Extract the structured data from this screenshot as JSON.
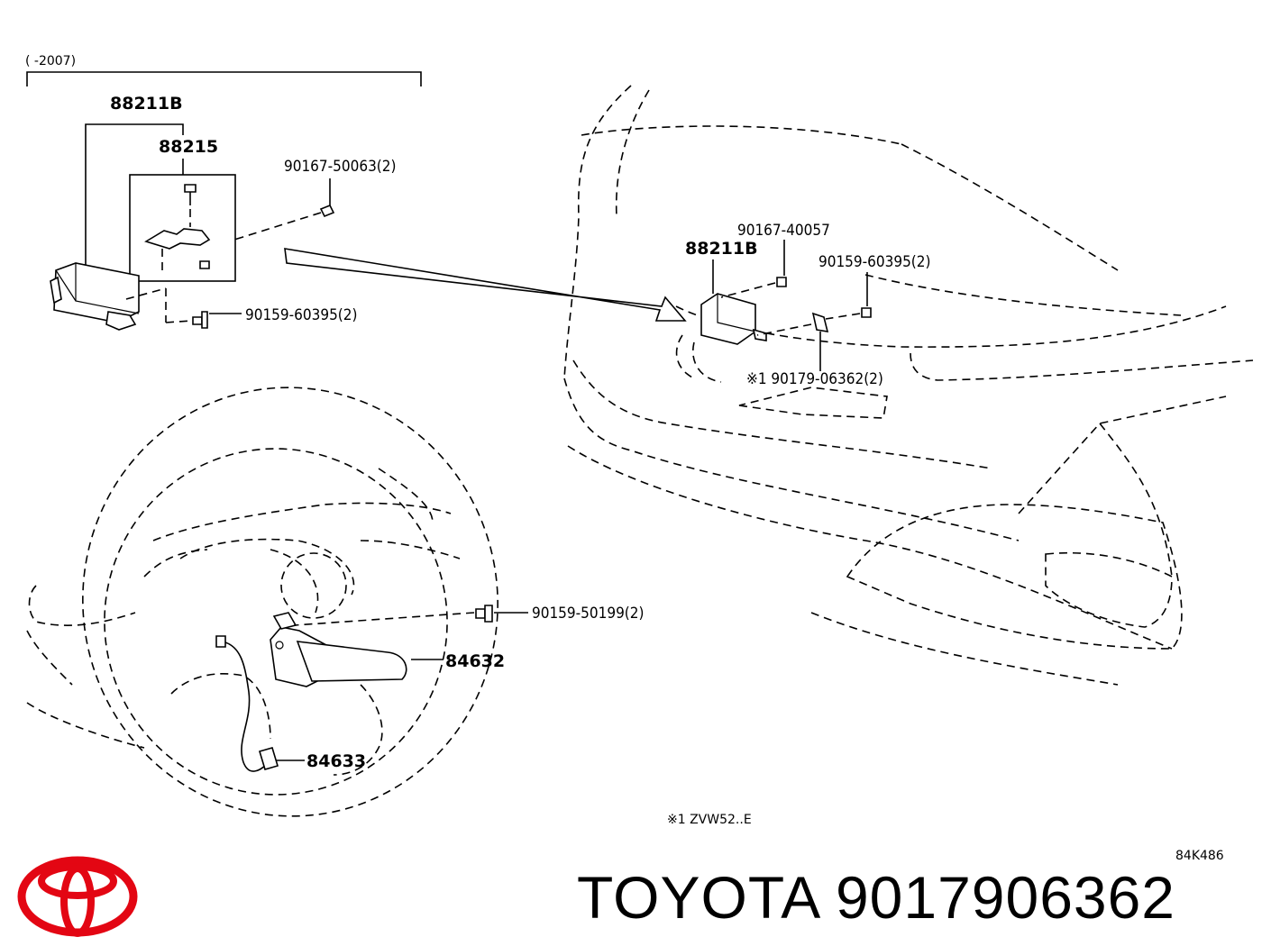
{
  "header": {
    "date_range": "(      -2007)"
  },
  "parts": {
    "radar_sensor_assy": "88211B",
    "bracket": "88215",
    "bolt_top_left": "90167-50063(2)",
    "screw_left": "90159-60395(2)",
    "radar_sensor_car": "88211B",
    "bolt_car": "90167-40057",
    "screw_car": "90159-60395(2)",
    "nut_car": "※1 90179-06362(2)",
    "screw_steering": "90159-50199(2)",
    "cruise_switch": "84632",
    "wire_harness": "84633"
  },
  "footnote": "※1 ZVW52..E",
  "diagram_code": "84K486",
  "brand": {
    "title": "TOYOTA 9017906362",
    "logo_color": "#e30613"
  }
}
